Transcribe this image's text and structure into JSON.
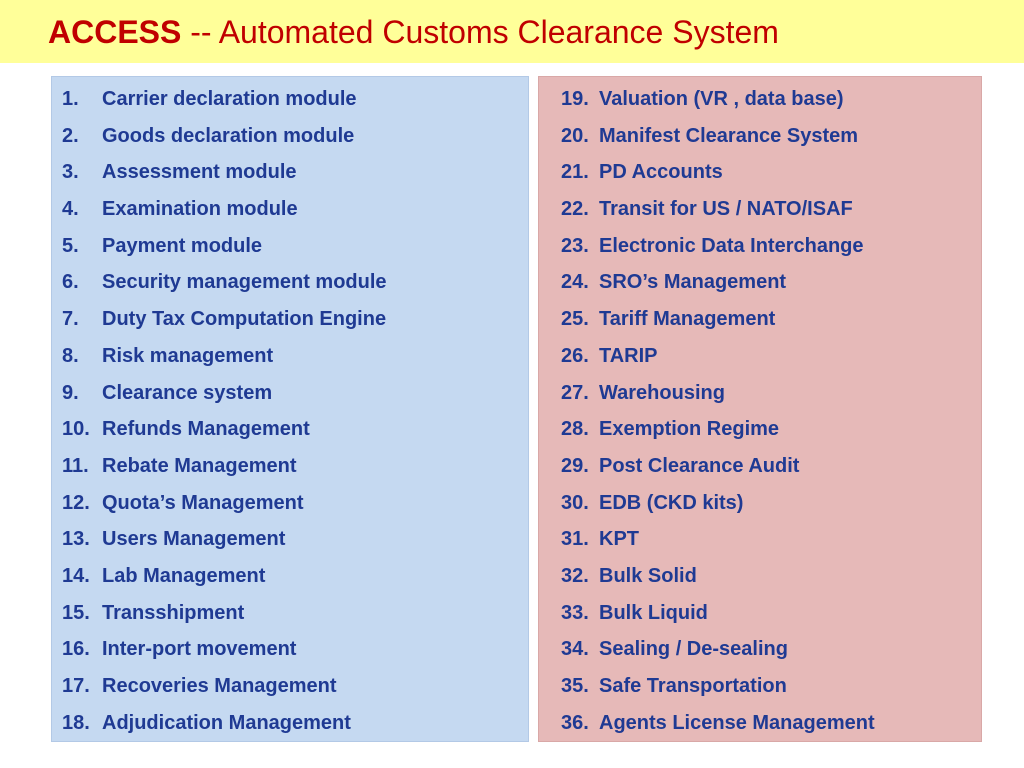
{
  "title": {
    "strong": "ACCESS",
    "rest": " -- Automated Customs Clearance System"
  },
  "colors": {
    "title_bar": "#ffff99",
    "title_text": "#c00000",
    "left_panel": "#c5d9f1",
    "right_panel": "#e6b9b8",
    "item_text": "#1f3a93"
  },
  "left_modules": [
    {
      "num": "1.",
      "label": "Carrier declaration module"
    },
    {
      "num": "2.",
      "label": "Goods declaration module"
    },
    {
      "num": "3.",
      "label": "Assessment module"
    },
    {
      "num": "4.",
      "label": "Examination module"
    },
    {
      "num": "5.",
      "label": "Payment module"
    },
    {
      "num": "6.",
      "label": "Security management module"
    },
    {
      "num": "7.",
      "label": "Duty Tax Computation Engine"
    },
    {
      "num": "8.",
      "label": "Risk management"
    },
    {
      "num": "9.",
      "label": "Clearance system"
    },
    {
      "num": "10.",
      "label": "Refunds Management"
    },
    {
      "num": "11.",
      "label": "Rebate Management"
    },
    {
      "num": "12.",
      "label": "Quota’s Management"
    },
    {
      "num": "13.",
      "label": "Users Management"
    },
    {
      "num": "14.",
      "label": "Lab Management"
    },
    {
      "num": "15.",
      "label": "Transshipment"
    },
    {
      "num": "16.",
      "label": "Inter-port movement"
    },
    {
      "num": "17.",
      "label": "Recoveries Management"
    },
    {
      "num": "18.",
      "label": "Adjudication Management"
    }
  ],
  "right_modules": [
    {
      "num": "19.",
      "label": "Valuation (VR , data base)"
    },
    {
      "num": "20.",
      "label": "Manifest Clearance System"
    },
    {
      "num": "21.",
      "label": "PD Accounts"
    },
    {
      "num": "22.",
      "label": "Transit for US / NATO/ISAF"
    },
    {
      "num": "23.",
      "label": "Electronic Data Interchange"
    },
    {
      "num": "24.",
      "label": "SRO’s Management"
    },
    {
      "num": "25.",
      "label": "Tariff Management"
    },
    {
      "num": "26.",
      "label": "TARIP"
    },
    {
      "num": "27.",
      "label": "Warehousing"
    },
    {
      "num": "28.",
      "label": "Exemption Regime"
    },
    {
      "num": "29.",
      "label": "Post Clearance Audit"
    },
    {
      "num": "30.",
      "label": "EDB (CKD kits)"
    },
    {
      "num": "31.",
      "label": "KPT"
    },
    {
      "num": "32.",
      "label": "Bulk Solid"
    },
    {
      "num": "33.",
      "label": "Bulk Liquid"
    },
    {
      "num": "34.",
      "label": "Sealing / De-sealing"
    },
    {
      "num": "35.",
      "label": "Safe Transportation"
    },
    {
      "num": "36.",
      "label": "Agents License Management"
    }
  ]
}
